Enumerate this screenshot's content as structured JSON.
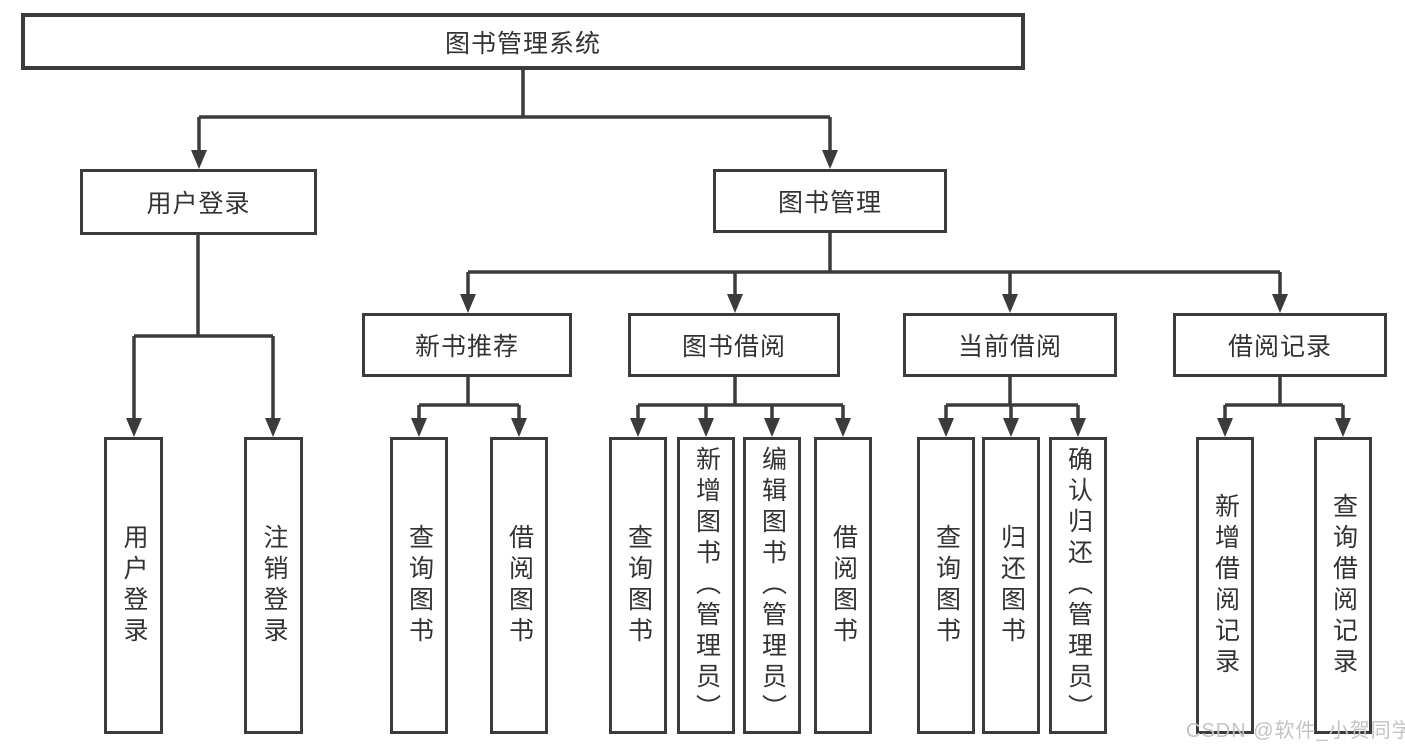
{
  "tree": {
    "root": {
      "label": "图书管理系统"
    },
    "user_login": {
      "label": "用户登录",
      "children": {
        "login": {
          "label": "用户登录"
        },
        "logout": {
          "label": "注销登录"
        }
      }
    },
    "book_management": {
      "label": "图书管理",
      "children": {
        "new_book_recommend": {
          "label": "新书推荐",
          "children": {
            "query_book": {
              "label": "查询图书"
            },
            "borrow_book": {
              "label": "借阅图书"
            }
          }
        },
        "book_borrow": {
          "label": "图书借阅",
          "children": {
            "query_book": {
              "label": "查询图书"
            },
            "add_book": {
              "label": "新增图书（管理员）"
            },
            "edit_book": {
              "label": "编辑图书（管理员）"
            },
            "borrow_book": {
              "label": "借阅图书"
            }
          }
        },
        "current_borrow": {
          "label": "当前借阅",
          "children": {
            "query_book": {
              "label": "查询图书"
            },
            "return_book": {
              "label": "归还图书"
            },
            "confirm_return": {
              "label": "确认归还（管理员）"
            }
          }
        },
        "borrow_record": {
          "label": "借阅记录",
          "children": {
            "add_record": {
              "label": "新增借阅记录"
            },
            "query_record": {
              "label": "查询借阅记录"
            }
          }
        }
      }
    }
  },
  "watermark": "CSDN @软件_小贺同学",
  "colors": {
    "line": "#3b3b3b",
    "text": "#333333",
    "box_background": "#ffffff",
    "watermark": "#c3c3c3",
    "background": "#ffffff"
  }
}
